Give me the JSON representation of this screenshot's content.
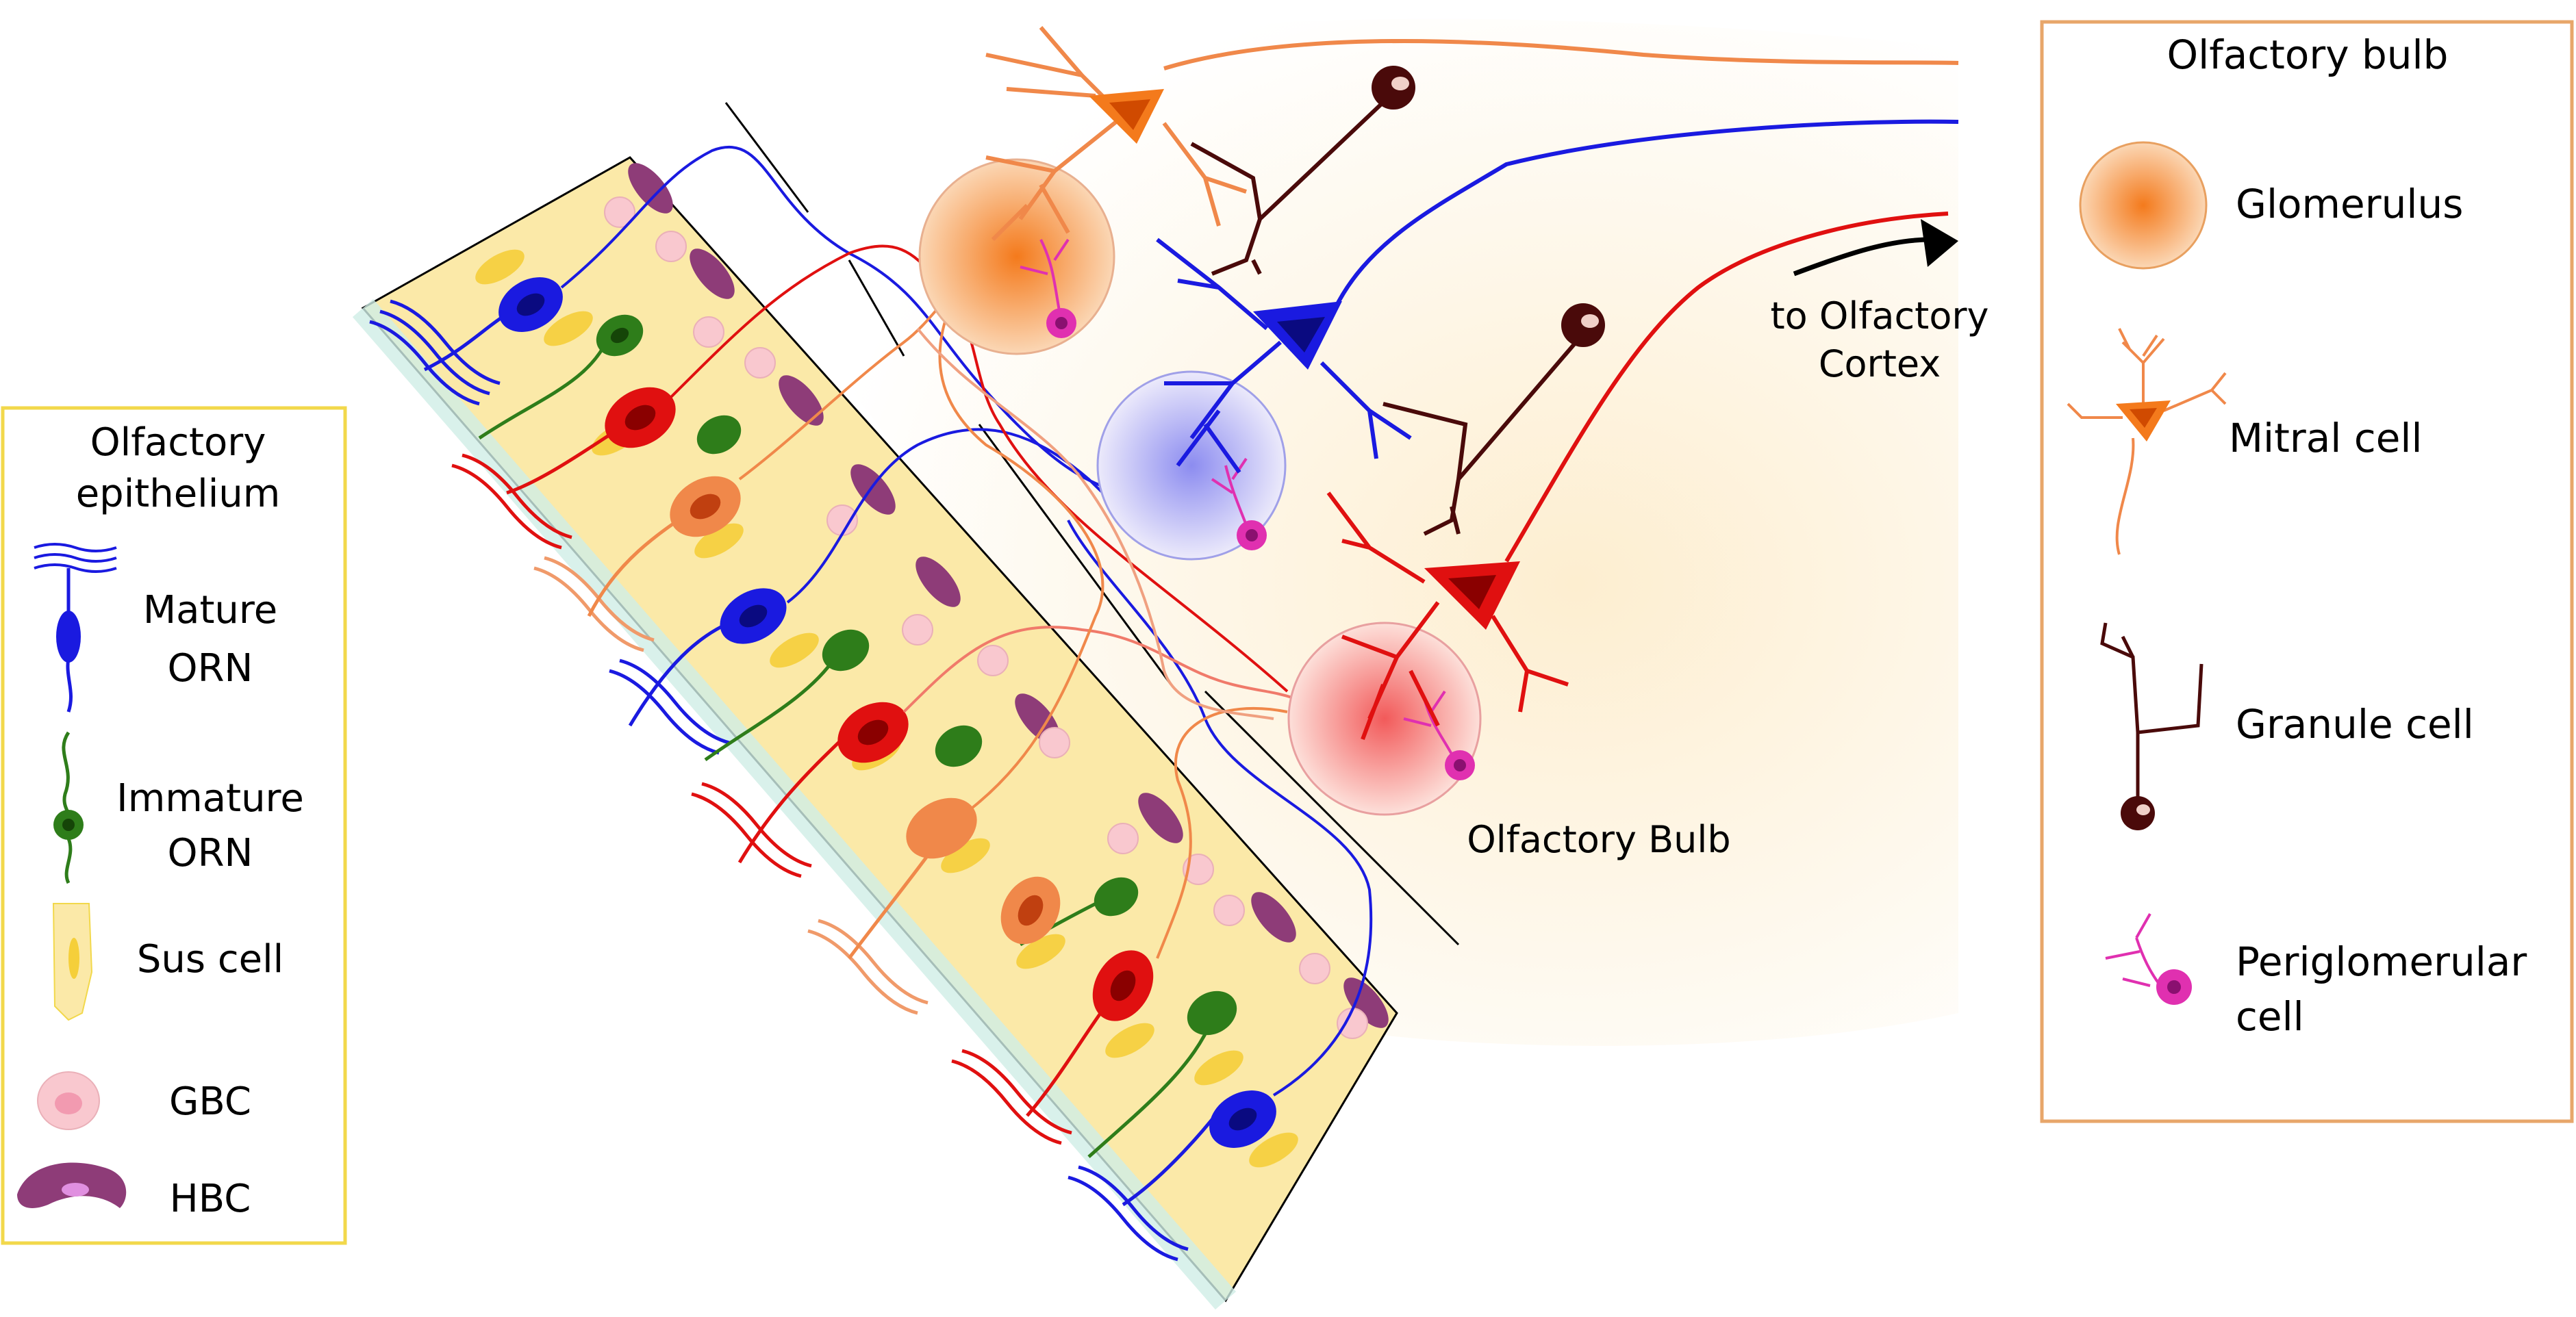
{
  "legend_epithelium": {
    "title_line1": "Olfactory",
    "title_line2": "epithelium",
    "mature_line1": "Mature",
    "mature_line2": "ORN",
    "immature_line1": "Immature",
    "immature_line2": "ORN",
    "sus": "Sus cell",
    "gbc": "GBC",
    "hbc": "HBC",
    "border_color": "#f2d84b"
  },
  "legend_bulb": {
    "title": "Olfactory bulb",
    "glomerulus": "Glomerulus",
    "mitral": "Mitral cell",
    "granule": "Granule cell",
    "peri_line1": "Periglomerular",
    "peri_line2": "cell",
    "border_color": "#e8a66a"
  },
  "labels": {
    "to_cortex_line1": "to Olfactory",
    "to_cortex_line2": "Cortex",
    "bulb": "Olfactory Bulb"
  },
  "colors": {
    "mature_orn": "#1a1ae0",
    "immature_orn": "#2e7d1a",
    "red_orn": "#e01010",
    "orange_orn": "#f0884a",
    "sus_cell": "#fbe9a8",
    "gbc": "#f9c8cf",
    "hbc": "#8e3c78",
    "granule": "#4a0a0a",
    "periglomerular": "#e030b0",
    "glomerulus": "#f5a05a"
  }
}
